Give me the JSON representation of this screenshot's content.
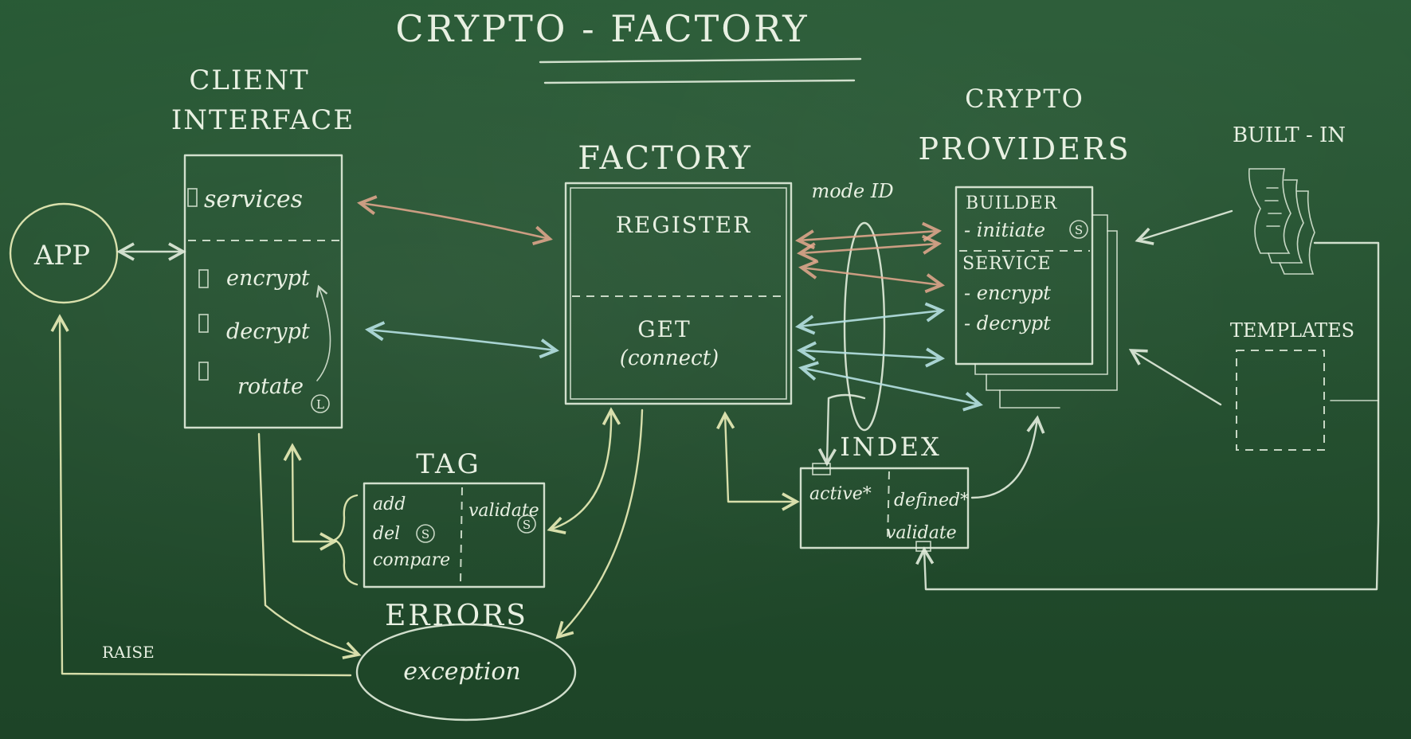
{
  "title": "CRYPTO - FACTORY",
  "app": {
    "label": "APP"
  },
  "client_interface": {
    "title_line1": "CLIENT",
    "title_line2": "INTERFACE",
    "items": [
      "services",
      "encrypt",
      "decrypt",
      "rotate"
    ],
    "rotate_badge": "L"
  },
  "factory": {
    "title": "FACTORY",
    "register": "REGISTER",
    "get": "GET",
    "connect": "(connect)"
  },
  "mode_id": "mode ID",
  "crypto_providers": {
    "title_line1": "CRYPTO",
    "title_line2": "PROVIDERS",
    "builder": "BUILDER",
    "initiate": "- initiate",
    "initiate_badge": "S",
    "service": "SERVICE",
    "encrypt": "- encrypt",
    "decrypt": "- decrypt"
  },
  "built_in": "BUILT - IN",
  "templates": "TEMPLATES",
  "tag": {
    "title": "TAG",
    "add": "add",
    "del": "del",
    "del_badge": "S",
    "compare": "compare",
    "validate": "validate",
    "validate_badge": "S"
  },
  "index": {
    "title": "INDEX",
    "active": "active*",
    "defined": "defined*",
    "validate": "validate"
  },
  "errors": {
    "title": "ERRORS",
    "exception": "exception",
    "raise": "RAISE"
  }
}
